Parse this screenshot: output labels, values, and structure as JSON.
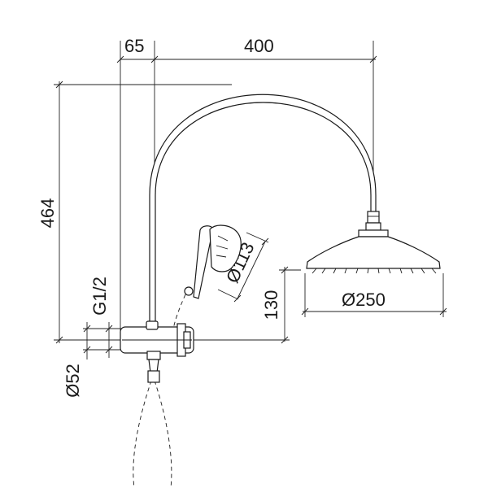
{
  "dimensions": {
    "d65": "65",
    "d400": "400",
    "d464": "464",
    "g12": "G1/2",
    "d52": "Ø52",
    "d113": "Ø113",
    "d130": "130",
    "d250": "Ø250"
  }
}
